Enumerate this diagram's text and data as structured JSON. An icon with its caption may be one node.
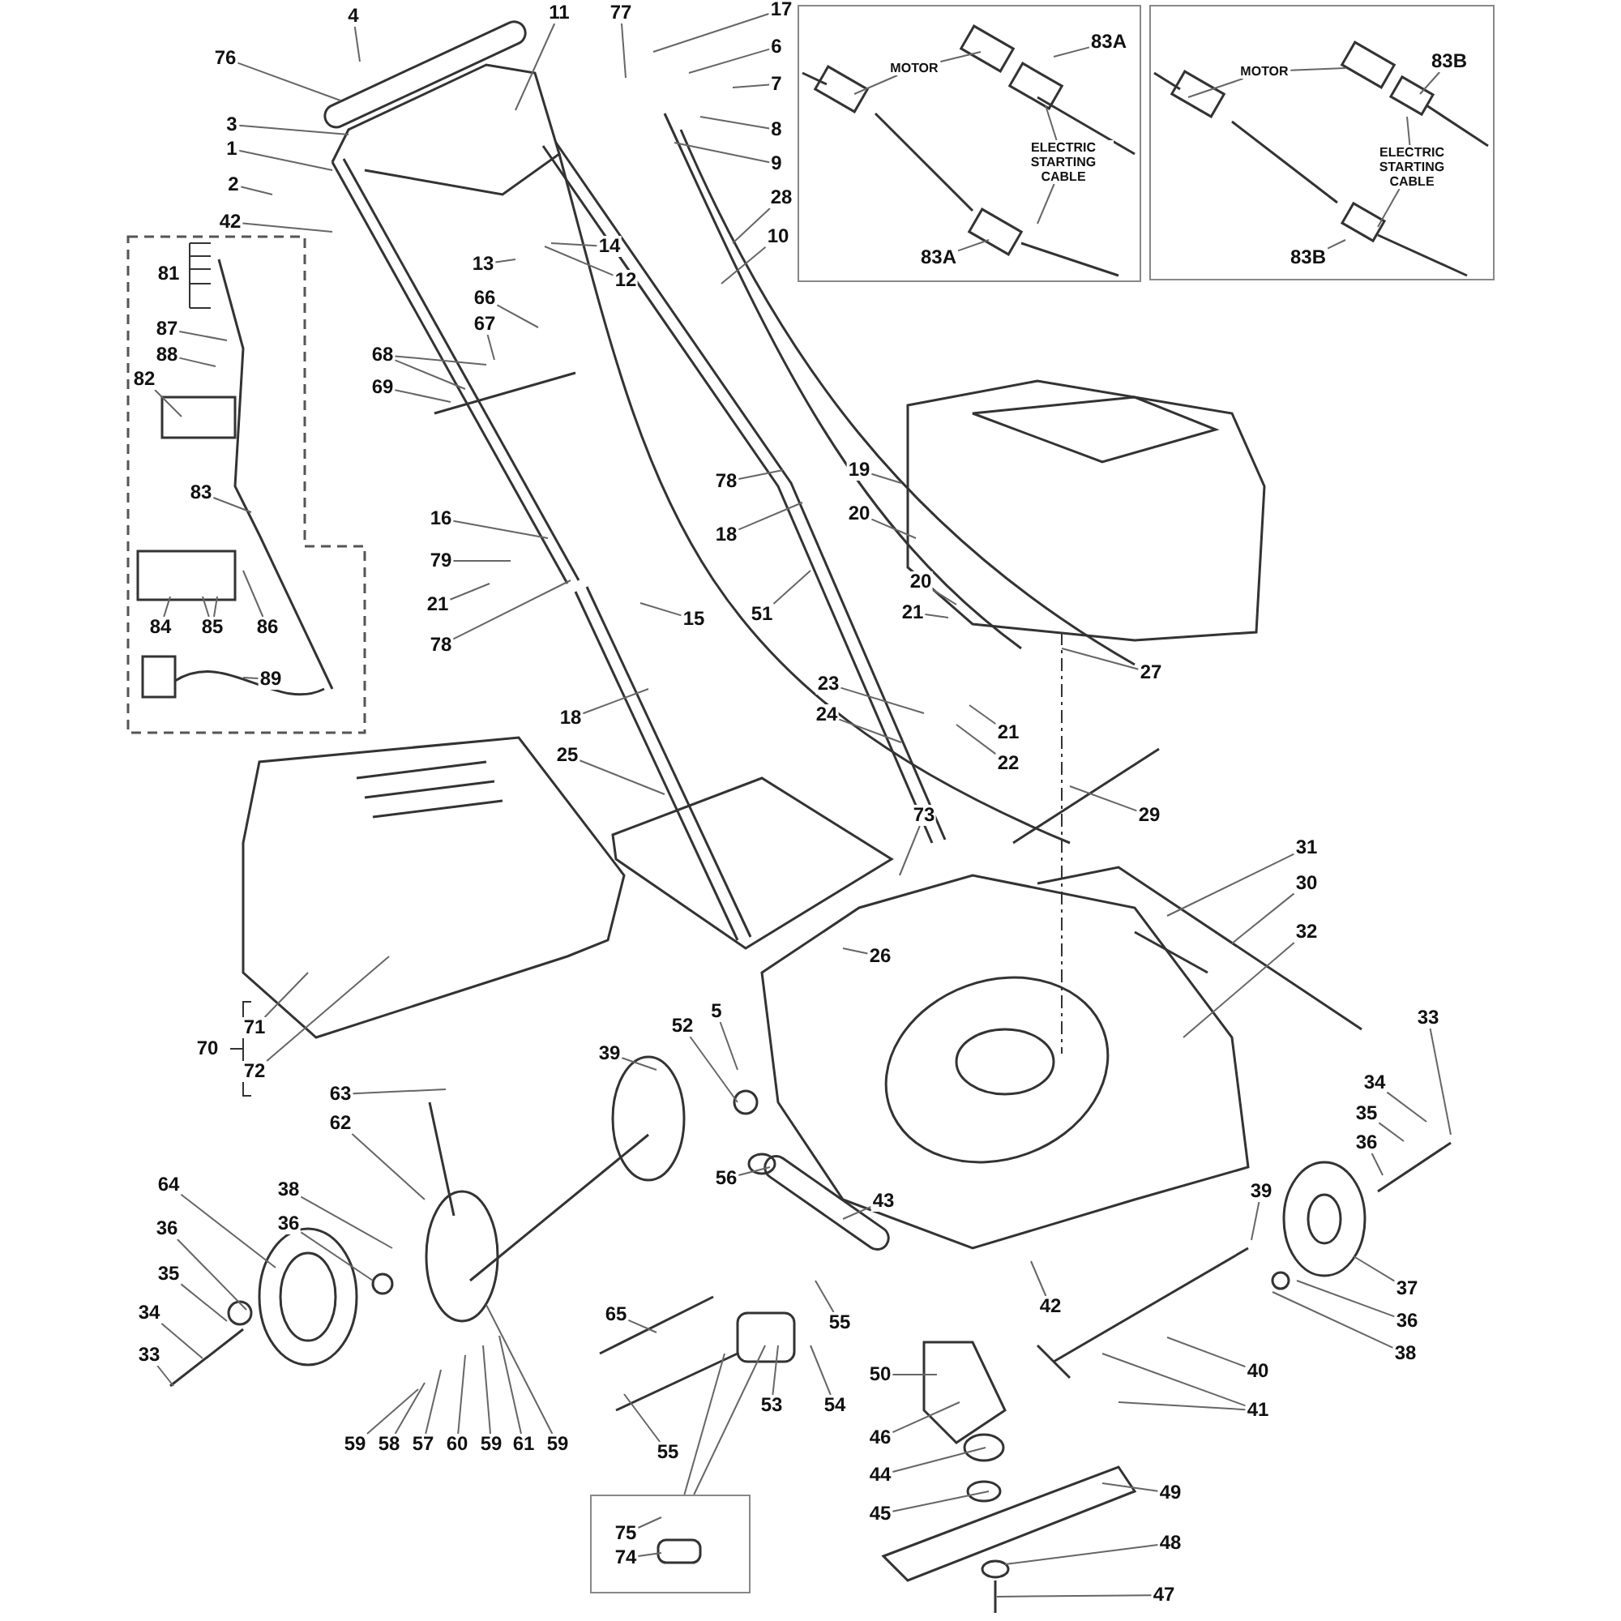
{
  "diagram": {
    "nodes": [
      {
        "text": [
          "4"
        ]
      },
      {
        "text": [
          "76"
        ]
      },
      {
        "text": [
          "3"
        ]
      },
      {
        "text": [
          "1"
        ]
      },
      {
        "text": [
          "2"
        ]
      },
      {
        "text": [
          "42"
        ]
      },
      {
        "text": [
          "11"
        ]
      },
      {
        "text": [
          "77"
        ]
      },
      {
        "text": [
          "17"
        ]
      },
      {
        "text": [
          "6"
        ]
      },
      {
        "text": [
          "7"
        ]
      },
      {
        "text": [
          "8"
        ]
      },
      {
        "text": [
          "9"
        ]
      },
      {
        "text": [
          "28"
        ]
      },
      {
        "text": [
          "10"
        ]
      },
      {
        "text": [],
        "shape": "box"
      },
      {
        "text": [
          "MOTOR"
        ],
        "in": 15
      },
      {
        "text": [
          "83A"
        ],
        "in": 15
      },
      {
        "text": [
          "ELECTRIC STARTING CABLE"
        ],
        "in": 15
      },
      {
        "text": [
          "83A"
        ],
        "in": 15
      },
      {
        "text": [],
        "shape": "box"
      },
      {
        "text": [
          "MOTOR"
        ],
        "in": 20
      },
      {
        "text": [
          "83B"
        ],
        "in": 20
      },
      {
        "text": [
          "ELECTRIC STARTING CABLE"
        ],
        "in": 20
      },
      {
        "text": [
          "83B"
        ],
        "in": 20
      },
      {
        "text": [],
        "shape": "box"
      },
      {
        "text": [
          "87"
        ],
        "in": 25
      },
      {
        "text": [
          "88"
        ],
        "in": 25
      },
      {
        "text": [
          "82"
        ],
        "in": 25
      },
      {
        "text": [
          "83"
        ],
        "in": 25
      },
      {
        "text": [
          "84"
        ],
        "in": 25
      },
      {
        "text": [
          "85"
        ],
        "in": 25
      },
      {
        "text": [
          "86"
        ],
        "in": 25
      },
      {
        "text": [
          "89"
        ],
        "in": 25
      },
      {
        "text": [
          "14"
        ]
      },
      {
        "text": [
          "13"
        ]
      },
      {
        "text": [
          "12"
        ]
      },
      {
        "text": [
          "66"
        ]
      },
      {
        "text": [
          "67"
        ]
      },
      {
        "text": [
          "68"
        ]
      },
      {
        "text": [
          "69"
        ]
      },
      {
        "text": [
          "78"
        ]
      },
      {
        "text": [
          "19"
        ]
      },
      {
        "text": [
          "20"
        ]
      },
      {
        "text": [
          "18"
        ]
      },
      {
        "text": [
          "16"
        ]
      },
      {
        "text": [
          "79"
        ]
      },
      {
        "text": [
          "21"
        ]
      },
      {
        "text": [
          "20"
        ]
      },
      {
        "text": [
          "21"
        ]
      },
      {
        "text": [
          "51"
        ]
      },
      {
        "text": [
          "15"
        ]
      },
      {
        "text": [
          "78"
        ]
      },
      {
        "text": [
          "27"
        ]
      },
      {
        "text": [
          "23"
        ]
      },
      {
        "text": [
          "24"
        ]
      },
      {
        "text": [
          "21"
        ]
      },
      {
        "text": [
          "22"
        ]
      },
      {
        "text": [
          "18"
        ]
      },
      {
        "text": [
          "25"
        ]
      },
      {
        "text": [
          "29"
        ]
      },
      {
        "text": [
          "73"
        ]
      },
      {
        "text": [
          "31"
        ]
      },
      {
        "text": [
          "30"
        ]
      },
      {
        "text": [
          "26"
        ]
      },
      {
        "text": [
          "32"
        ]
      },
      {
        "text": [
          "71"
        ]
      },
      {
        "text": [
          "72"
        ]
      },
      {
        "text": [
          "5"
        ]
      },
      {
        "text": [
          "52"
        ]
      },
      {
        "text": [
          "39"
        ]
      },
      {
        "text": [
          "33"
        ]
      },
      {
        "text": [
          "63"
        ]
      },
      {
        "text": [
          "34"
        ]
      },
      {
        "text": [
          "35"
        ]
      },
      {
        "text": [
          "62"
        ]
      },
      {
        "text": [
          "36"
        ]
      },
      {
        "text": [
          "56"
        ]
      },
      {
        "text": [
          "64"
        ]
      },
      {
        "text": [
          "38"
        ]
      },
      {
        "text": [
          "43"
        ]
      },
      {
        "text": [
          "36"
        ]
      },
      {
        "text": [
          "36"
        ]
      },
      {
        "text": [
          "39"
        ]
      },
      {
        "text": [
          "35"
        ]
      },
      {
        "text": [
          "37"
        ]
      },
      {
        "text": [
          "42"
        ]
      },
      {
        "text": [
          "34"
        ]
      },
      {
        "text": [
          "65"
        ]
      },
      {
        "text": [
          "55"
        ]
      },
      {
        "text": [
          "36"
        ]
      },
      {
        "text": [
          "33"
        ]
      },
      {
        "text": [
          "38"
        ]
      },
      {
        "text": [
          "40"
        ]
      },
      {
        "text": [
          "50"
        ]
      },
      {
        "text": [
          "53"
        ]
      },
      {
        "text": [
          "54"
        ]
      },
      {
        "text": [
          "41"
        ]
      },
      {
        "text": [
          "46"
        ]
      },
      {
        "text": [
          "59"
        ]
      },
      {
        "text": [
          "58"
        ]
      },
      {
        "text": [
          "57"
        ]
      },
      {
        "text": [
          "60"
        ]
      },
      {
        "text": [
          "59"
        ]
      },
      {
        "text": [
          "61"
        ]
      },
      {
        "text": [
          "59"
        ]
      },
      {
        "text": [
          "55"
        ]
      },
      {
        "text": [
          "44"
        ]
      },
      {
        "text": [
          "49"
        ]
      },
      {
        "text": [
          "45"
        ]
      },
      {
        "text": [],
        "shape": "box"
      },
      {
        "text": [
          "75"
        ],
        "in": 110
      },
      {
        "text": [
          "74"
        ],
        "in": 110
      },
      {
        "text": [
          "48"
        ]
      },
      {
        "text": [
          "47"
        ]
      },
      {
        "text": [
          "81"
        ],
        "in": 25
      },
      {
        "text": [
          "70"
        ]
      }
    ],
    "edges": [
      {
        "from": 0,
        "to": null,
        "arrow": "none"
      },
      {
        "from": 1,
        "to": null,
        "arrow": "none"
      },
      {
        "from": 2,
        "to": null,
        "arrow": "none"
      },
      {
        "from": 3,
        "to": null,
        "arrow": "none"
      },
      {
        "from": 4,
        "to": null,
        "arrow": "none"
      },
      {
        "from": 5,
        "to": null,
        "arrow": "none"
      },
      {
        "from": 6,
        "to": null,
        "arrow": "none"
      },
      {
        "from": 7,
        "to": null,
        "arrow": "none"
      },
      {
        "from": 8,
        "to": null,
        "arrow": "none"
      },
      {
        "from": 9,
        "to": null,
        "arrow": "none"
      },
      {
        "from": 10,
        "to": null,
        "arrow": "none"
      },
      {
        "from": 11,
        "to": null,
        "arrow": "none"
      },
      {
        "from": 12,
        "to": null,
        "arrow": "none"
      },
      {
        "from": 13,
        "to": null,
        "arrow": "none"
      },
      {
        "from": 14,
        "to": null,
        "arrow": "none"
      },
      {
        "from": 16,
        "to": null,
        "arrow": "none"
      },
      {
        "from": 16,
        "to": null,
        "arrow": "none"
      },
      {
        "from": 17,
        "to": null,
        "arrow": "none"
      },
      {
        "from": 18,
        "to": null,
        "arrow": "none"
      },
      {
        "from": 18,
        "to": null,
        "arrow": "none"
      },
      {
        "from": 19,
        "to": null,
        "arrow": "none"
      },
      {
        "from": 21,
        "to": null,
        "arrow": "none"
      },
      {
        "from": 21,
        "to": null,
        "arrow": "none"
      },
      {
        "from": 22,
        "to": null,
        "arrow": "none"
      },
      {
        "from": 23,
        "to": null,
        "arrow": "none"
      },
      {
        "from": 23,
        "to": null,
        "arrow": "none"
      },
      {
        "from": 24,
        "to": null,
        "arrow": "none"
      },
      {
        "from": 26,
        "to": null,
        "arrow": "none"
      },
      {
        "from": 27,
        "to": null,
        "arrow": "none"
      },
      {
        "from": 28,
        "to": null,
        "arrow": "none"
      },
      {
        "from": 29,
        "to": null,
        "arrow": "none"
      },
      {
        "from": 30,
        "to": null,
        "arrow": "none"
      },
      {
        "from": 31,
        "to": null,
        "arrow": "none"
      },
      {
        "from": 31,
        "to": null,
        "arrow": "none"
      },
      {
        "from": 32,
        "to": null,
        "arrow": "none"
      },
      {
        "from": 33,
        "to": null,
        "arrow": "none"
      },
      {
        "from": 34,
        "to": null,
        "arrow": "none"
      },
      {
        "from": 35,
        "to": null,
        "arrow": "none"
      },
      {
        "from": 36,
        "to": null,
        "arrow": "none"
      },
      {
        "from": 37,
        "to": null,
        "arrow": "none"
      },
      {
        "from": 38,
        "to": null,
        "arrow": "none"
      },
      {
        "from": 39,
        "to": null,
        "arrow": "none"
      },
      {
        "from": 39,
        "to": null,
        "arrow": "none"
      },
      {
        "from": 40,
        "to": null,
        "arrow": "none"
      },
      {
        "from": 41,
        "to": null,
        "arrow": "none"
      },
      {
        "from": 42,
        "to": null,
        "arrow": "none"
      },
      {
        "from": 43,
        "to": null,
        "arrow": "none"
      },
      {
        "from": 44,
        "to": null,
        "arrow": "none"
      },
      {
        "from": 45,
        "to": null,
        "arrow": "none"
      },
      {
        "from": 46,
        "to": null,
        "arrow": "none"
      },
      {
        "from": 47,
        "to": null,
        "arrow": "none"
      },
      {
        "from": 48,
        "to": null,
        "arrow": "none"
      },
      {
        "from": 49,
        "to": null,
        "arrow": "none"
      },
      {
        "from": 50,
        "to": null,
        "arrow": "none"
      },
      {
        "from": 51,
        "to": null,
        "arrow": "none"
      },
      {
        "from": 52,
        "to": null,
        "arrow": "none"
      },
      {
        "from": 53,
        "to": null,
        "arrow": "none"
      },
      {
        "from": 54,
        "to": null,
        "arrow": "none"
      },
      {
        "from": 55,
        "to": null,
        "arrow": "none"
      },
      {
        "from": 56,
        "to": null,
        "arrow": "none"
      },
      {
        "from": 57,
        "to": null,
        "arrow": "none"
      },
      {
        "from": 58,
        "to": null,
        "arrow": "none"
      },
      {
        "from": 59,
        "to": null,
        "arrow": "none"
      },
      {
        "from": 60,
        "to": null,
        "arrow": "none"
      },
      {
        "from": 61,
        "to": null,
        "arrow": "none"
      },
      {
        "from": 62,
        "to": null,
        "arrow": "none"
      },
      {
        "from": 63,
        "to": null,
        "arrow": "none"
      },
      {
        "from": 64,
        "to": null,
        "arrow": "none"
      },
      {
        "from": 65,
        "to": null,
        "arrow": "none"
      },
      {
        "from": 66,
        "to": null,
        "arrow": "none"
      },
      {
        "from": 67,
        "to": null,
        "arrow": "none"
      },
      {
        "from": 68,
        "to": null,
        "arrow": "none"
      },
      {
        "from": 69,
        "to": null,
        "arrow": "none"
      },
      {
        "from": 70,
        "to": null,
        "arrow": "none"
      },
      {
        "from": 71,
        "to": null,
        "arrow": "none"
      },
      {
        "from": 72,
        "to": null,
        "arrow": "none"
      },
      {
        "from": 73,
        "to": null,
        "arrow": "none"
      },
      {
        "from": 74,
        "to": null,
        "arrow": "none"
      },
      {
        "from": 75,
        "to": null,
        "arrow": "none"
      },
      {
        "from": 76,
        "to": null,
        "arrow": "none"
      },
      {
        "from": 77,
        "to": null,
        "arrow": "none"
      },
      {
        "from": 78,
        "to": null,
        "arrow": "none"
      },
      {
        "from": 79,
        "to": null,
        "arrow": "none"
      },
      {
        "from": 80,
        "to": null,
        "arrow": "none"
      },
      {
        "from": 81,
        "to": null,
        "arrow": "none"
      },
      {
        "from": 82,
        "to": null,
        "arrow": "none"
      },
      {
        "from": 83,
        "to": null,
        "arrow": "none"
      },
      {
        "from": 84,
        "to": null,
        "arrow": "none"
      },
      {
        "from": 85,
        "to": null,
        "arrow": "none"
      },
      {
        "from": 86,
        "to": null,
        "arrow": "none"
      },
      {
        "from": 87,
        "to": null,
        "arrow": "none"
      },
      {
        "from": 88,
        "to": null,
        "arrow": "none"
      },
      {
        "from": 89,
        "to": null,
        "arrow": "none"
      },
      {
        "from": 90,
        "to": null,
        "arrow": "none"
      },
      {
        "from": 91,
        "to": null,
        "arrow": "none"
      },
      {
        "from": 92,
        "to": null,
        "arrow": "none"
      },
      {
        "from": 93,
        "to": null,
        "arrow": "none"
      },
      {
        "from": 94,
        "to": null,
        "arrow": "none"
      },
      {
        "from": 95,
        "to": null,
        "arrow": "none"
      },
      {
        "from": 96,
        "to": null,
        "arrow": "none"
      },
      {
        "from": 97,
        "to": null,
        "arrow": "none"
      },
      {
        "from": 97,
        "to": null,
        "arrow": "none"
      },
      {
        "from": 98,
        "to": null,
        "arrow": "none"
      },
      {
        "from": 99,
        "to": null,
        "arrow": "none"
      },
      {
        "from": 100,
        "to": null,
        "arrow": "none"
      },
      {
        "from": 101,
        "to": null,
        "arrow": "none"
      },
      {
        "from": 102,
        "to": null,
        "arrow": "none"
      },
      {
        "from": 103,
        "to": null,
        "arrow": "none"
      },
      {
        "from": 104,
        "to": null,
        "arrow": "none"
      },
      {
        "from": 105,
        "to": null,
        "arrow": "none"
      },
      {
        "from": 106,
        "to": null,
        "arrow": "none"
      },
      {
        "from": 107,
        "to": null,
        "arrow": "none"
      },
      {
        "from": 108,
        "to": null,
        "arrow": "none"
      },
      {
        "from": 109,
        "to": null,
        "arrow": "none"
      },
      {
        "from": 111,
        "to": null,
        "arrow": "none"
      },
      {
        "from": 112,
        "to": null,
        "arrow": "none"
      },
      {
        "from": 113,
        "to": null,
        "arrow": "none"
      },
      {
        "from": 114,
        "to": null,
        "arrow": "none"
      },
      {
        "from": null,
        "to": 110,
        "arrow": "none"
      },
      {
        "from": null,
        "to": 110,
        "arrow": "none"
      }
    ]
  }
}
